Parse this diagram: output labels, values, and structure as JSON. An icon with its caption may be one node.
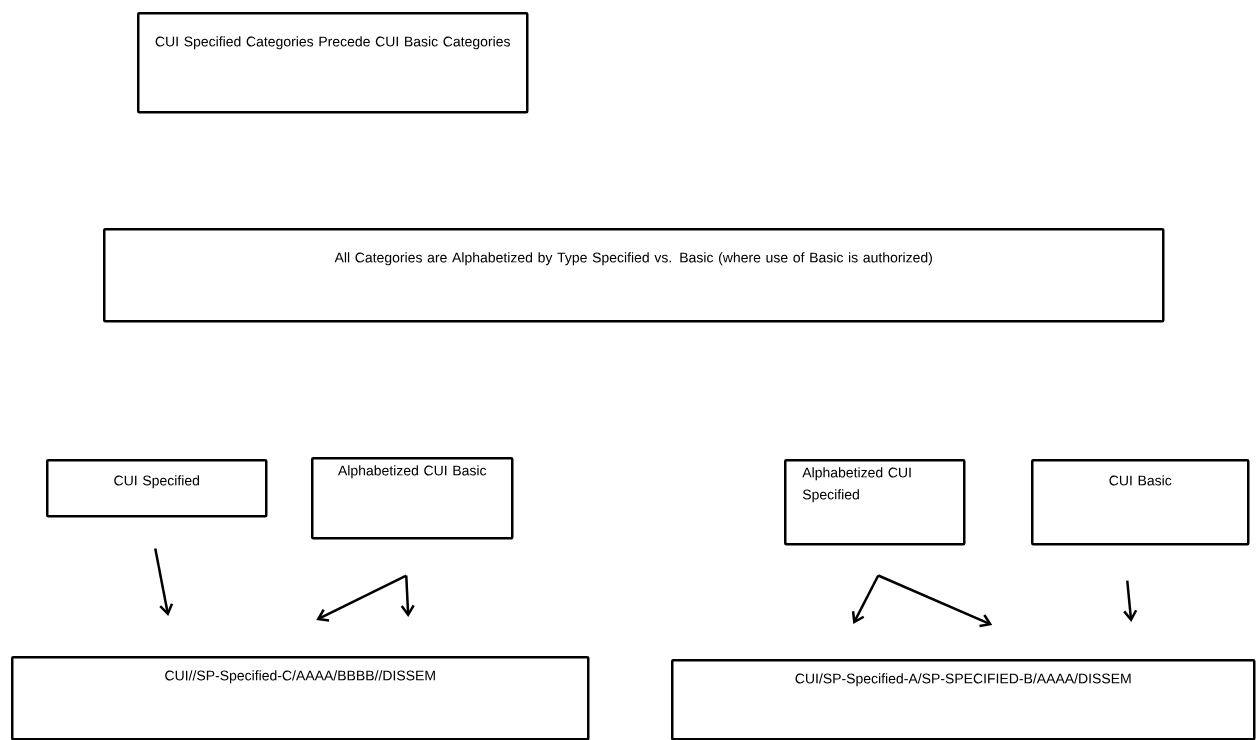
{
  "diagram": {
    "nodes": [
      {
        "text": [
          "CUI Specified Categories Precede CUI Basic Categories"
        ]
      },
      {
        "text": [
          "All Categories are Alphabetized by Type Specified vs. Basic (where use of Basic is authorized)"
        ]
      },
      {
        "text": [
          "CUI Specified"
        ]
      },
      {
        "text": [
          "Alphabetized CUI Basic"
        ]
      },
      {
        "text": [
          "Alphabetized CUI Specified"
        ]
      },
      {
        "text": [
          "CUI Basic"
        ]
      },
      {
        "text": [
          "CUI//SP-Specified-C/AAAA/BBBB//DISSEM"
        ]
      },
      {
        "text": [
          "CUI/SP-Specified-A/SP-SPECIFIED-B/AAAA/DISSEM"
        ]
      }
    ],
    "edges": [
      {
        "from": 2,
        "to": 6,
        "arrow": "to"
      },
      {
        "from": 3,
        "to": 6,
        "arrow": "to"
      },
      {
        "from": 3,
        "to": 6,
        "arrow": "to"
      },
      {
        "from": 4,
        "to": 7,
        "arrow": "to"
      },
      {
        "from": 4,
        "to": 7,
        "arrow": "to"
      },
      {
        "from": 5,
        "to": 7,
        "arrow": "to"
      }
    ]
  }
}
